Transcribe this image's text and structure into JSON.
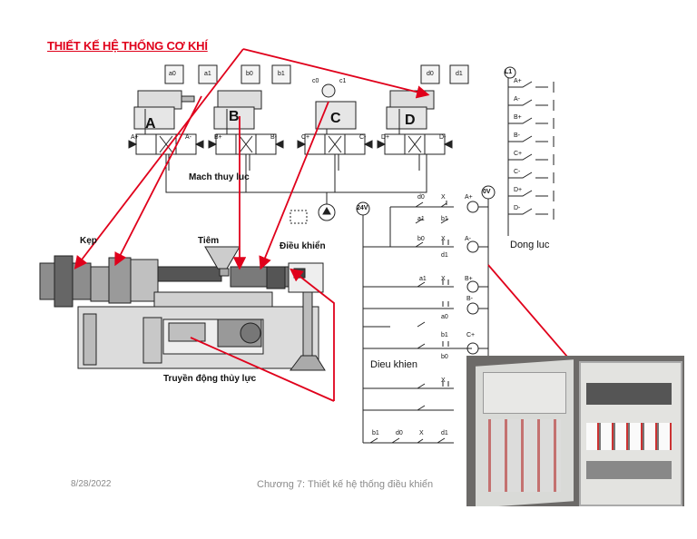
{
  "slide": {
    "title": "THIẾT KẾ HỆ THỐNG CƠ KHÍ",
    "date": "8/28/2022",
    "footer": "Chương 7: Thiết kế hệ thống điều khiển"
  },
  "hydraulic": {
    "cylinders": [
      "A",
      "B",
      "C",
      "D"
    ],
    "sensors": [
      "a0",
      "a1",
      "b0",
      "b1",
      "c0",
      "c1",
      "d0",
      "d1"
    ],
    "valve_ports": [
      "A+",
      "A-",
      "B+",
      "B-",
      "C+",
      "C-",
      "D+",
      "D-"
    ],
    "circuit_label": "Mach thuy luc"
  },
  "machine": {
    "clamp_label": "Kẹp",
    "injection_label": "Tiêm",
    "control_label": "Điều khiển",
    "drive_label": "Truyền động thủy lực"
  },
  "power_circuit": {
    "supply": "L1",
    "rows": [
      "A+",
      "A-",
      "B+",
      "B-",
      "C+",
      "C-",
      "D+",
      "D-"
    ],
    "label": "Dong luc"
  },
  "control_circuit": {
    "voltage_24": "24V",
    "voltage_0": "0V",
    "label": "Dieu khien",
    "contacts": [
      "d0",
      "X",
      "A+",
      "a1",
      "b1",
      "b0",
      "X",
      "A-",
      "d1",
      "a1",
      "X",
      "B+",
      "B-",
      "a0",
      "b1",
      "C+",
      "b0",
      "X",
      "b1",
      "d0",
      "X",
      "d1"
    ]
  }
}
